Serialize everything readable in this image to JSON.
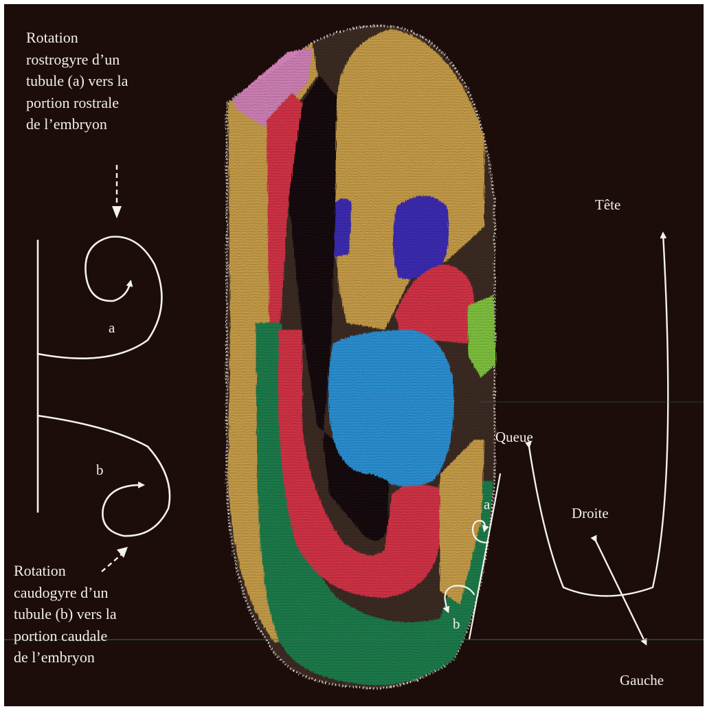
{
  "colors": {
    "background": "#1c0c0a",
    "text": "#f2f0ec",
    "lines": "#f4f2ee",
    "tube_yellow": "#c39a46",
    "tube_red": "#cf3145",
    "tube_green": "#1a7a4a",
    "tube_pink": "#cc7fb4",
    "tube_blue": "#2a8ed0",
    "tube_indigo": "#3a2cb0",
    "tube_lime": "#7dbf3d"
  },
  "icons": {
    "down_arrow": "dashed-down-arrow-icon",
    "diag_arrow": "dashed-diagonal-arrow-icon"
  },
  "labels": {
    "rostral_caption": "Rotation\nrostrogyre d’un\ntubule  (a) vers la\nportion rostrale\nde l’embryon",
    "caudal_caption": "Rotation\ncaudogyre d’un\ntubule (b) vers la\nportion caudale\nde l’embryon",
    "a_left": "a",
    "b_left": "b",
    "a_right": "a",
    "b_right": "b",
    "tete": "Tête",
    "queue": "Queue",
    "droite": "Droite",
    "gauche": "Gauche"
  }
}
